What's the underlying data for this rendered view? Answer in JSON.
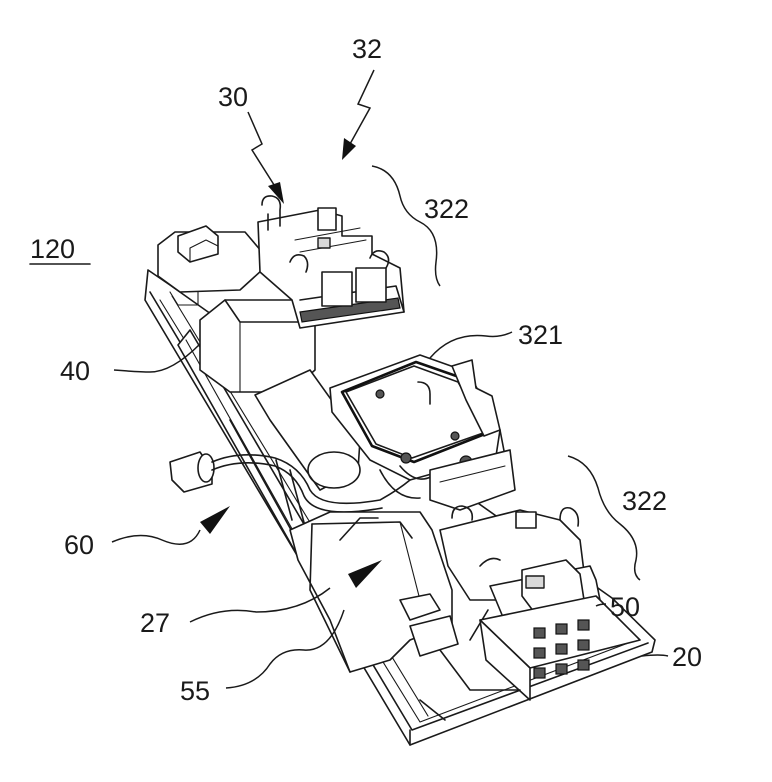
{
  "figure": {
    "labels": {
      "assembly": "120",
      "l30": "30",
      "l32": "32",
      "l322_top": "322",
      "l321": "321",
      "l40": "40",
      "l322_right": "322",
      "l60": "60",
      "l50": "50",
      "l27": "27",
      "l20": "20",
      "l55": "55"
    },
    "colors": {
      "line": "#1a1a1a",
      "background": "#ffffff",
      "shade": "#d9d9d9"
    }
  }
}
